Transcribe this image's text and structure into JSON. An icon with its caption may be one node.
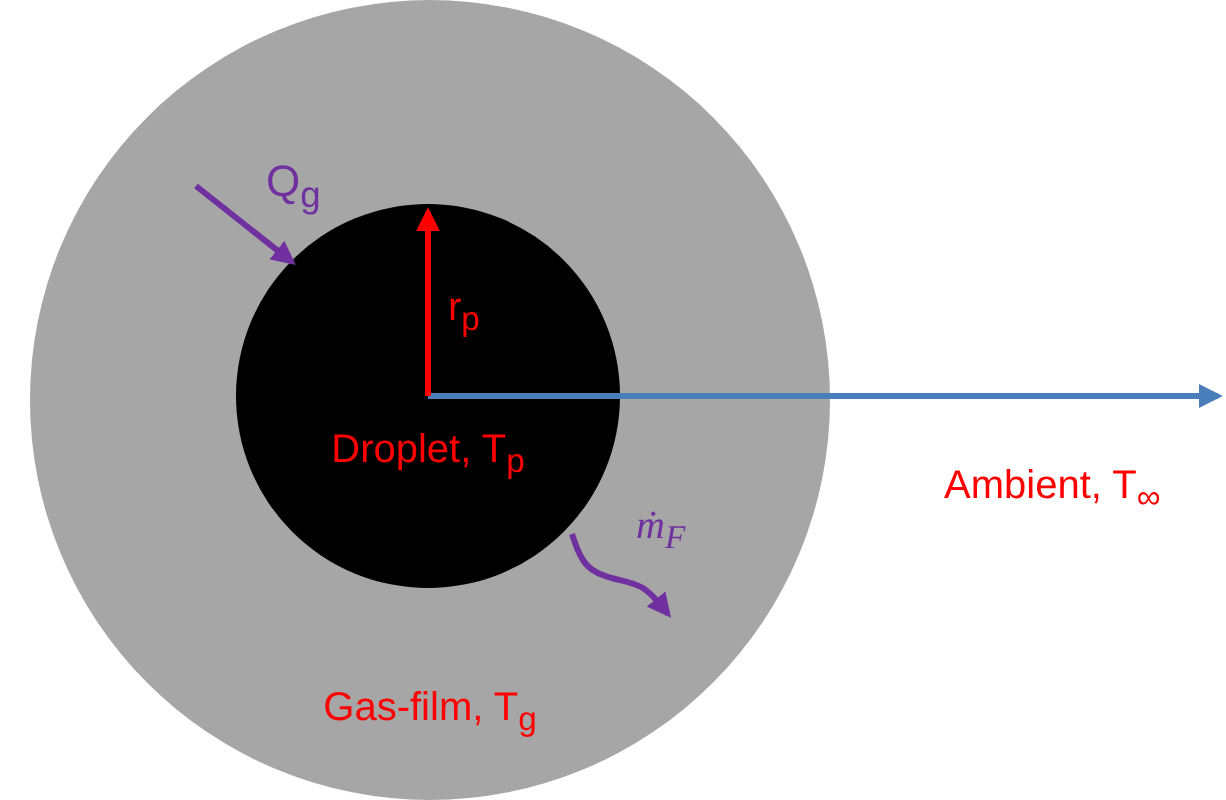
{
  "diagram": {
    "nodes": [
      {
        "text": [
          "Gas-film, T$_{g}$"
        ]
      },
      {
        "text": [
          "Droplet, T$_{p}$"
        ],
        "in": 0
      }
    ],
    "labels": [
      "Q$_{g}$",
      "r$_{p}$",
      "ṁ$_{F}$",
      "Ambient, T$_{∞}$"
    ]
  }
}
